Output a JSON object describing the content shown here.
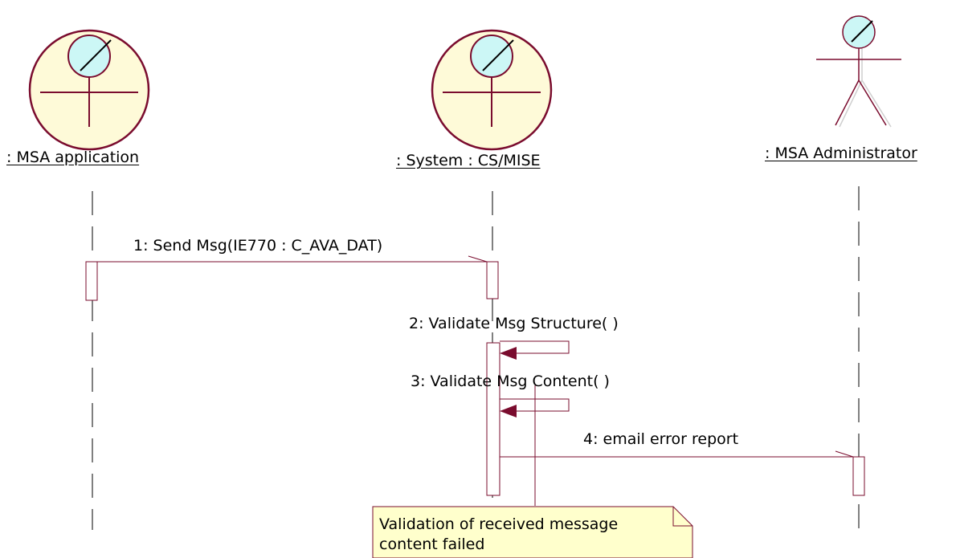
{
  "colors": {
    "stroke": "#7a0c2e",
    "fill_actor": "#fefad8",
    "fill_head": "#ccf7f6",
    "fill_note": "#ffffcc",
    "lifeline": "#000000"
  },
  "lifelines": [
    {
      "id": "msa-application",
      "label": " : MSA application",
      "kind": "boundary-actor"
    },
    {
      "id": "system",
      "label": " : System : CS/MISE",
      "kind": "boundary-actor"
    },
    {
      "id": "msa-admin",
      "label": " : MSA Administrator",
      "kind": "stick-actor"
    }
  ],
  "messages": [
    {
      "label": "1: Send Msg(IE770 : C_AVA_DAT)",
      "from": "msa-application",
      "to": "system"
    },
    {
      "label": "2: Validate Msg Structure( )",
      "from": "system",
      "to": "system"
    },
    {
      "label": "3: Validate Msg Content( )",
      "from": "system",
      "to": "system"
    },
    {
      "label": "4: email error report",
      "from": "system",
      "to": "msa-admin"
    }
  ],
  "note": {
    "line1": "Validation of received message",
    "line2": "content failed"
  }
}
